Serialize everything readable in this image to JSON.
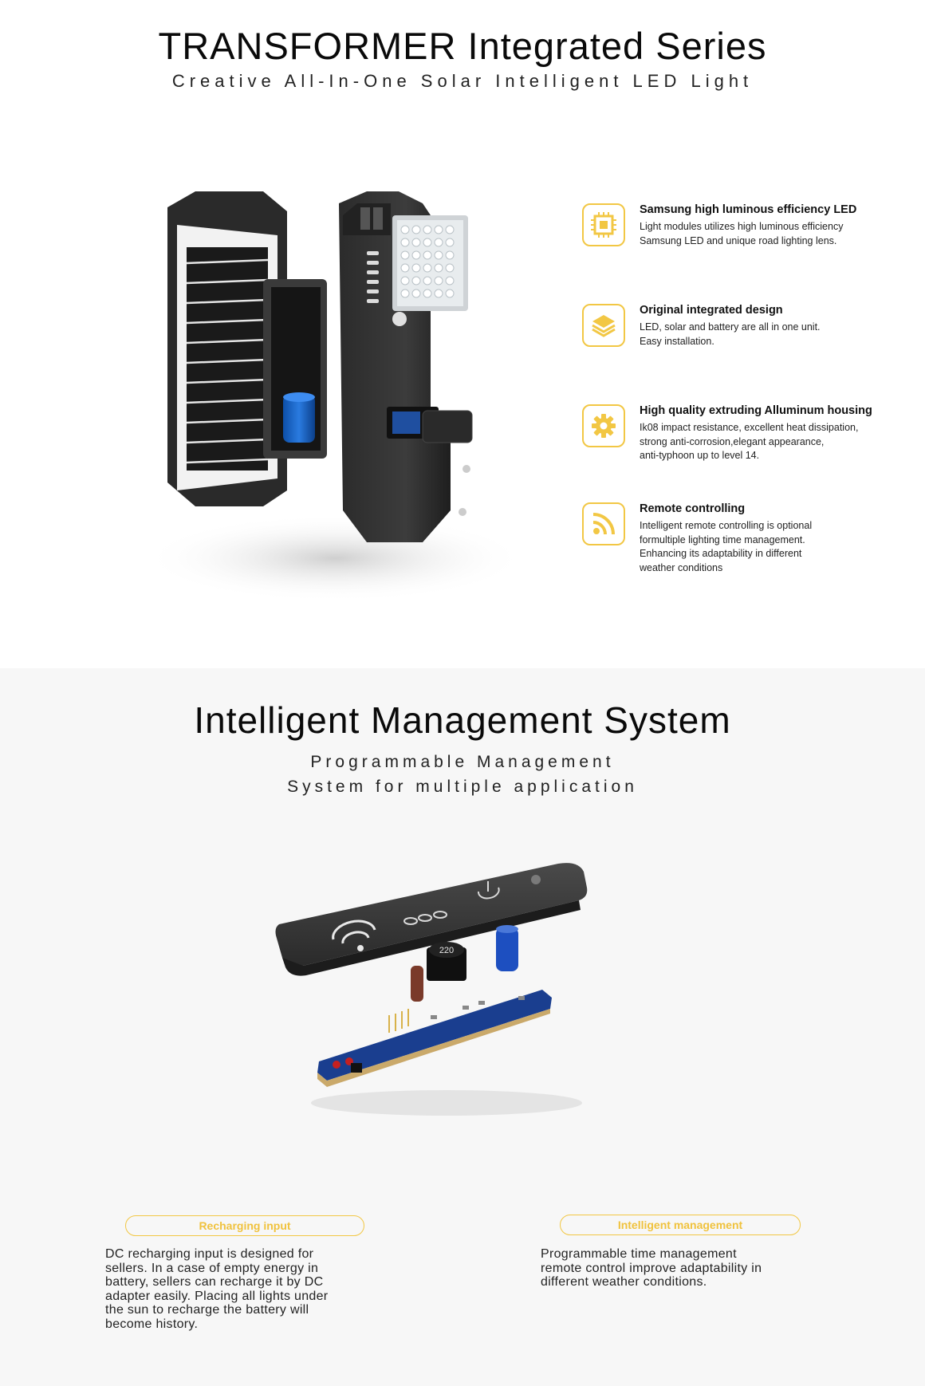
{
  "header": {
    "title": "TRANSFORMER Integrated Series",
    "subtitle": "Creative All-In-One Solar Intelligent LED Light"
  },
  "features": [
    {
      "icon": "chip-icon",
      "title": "Samsung high luminous efficiency LED",
      "lines": [
        "Light modules utilizes high luminous efficiency",
        "Samsung LED and unique road lighting lens."
      ]
    },
    {
      "icon": "layers-icon",
      "title": "Original integrated design",
      "lines": [
        "LED, solar and battery are all in one unit.",
        "Easy installation."
      ]
    },
    {
      "icon": "gear-icon",
      "title": "High quality extruding Alluminum housing",
      "lines": [
        "Ik08 impact resistance, excellent heat dissipation,",
        "strong anti-corrosion,elegant appearance,",
        "anti-typhoon up to level 14."
      ]
    },
    {
      "icon": "rss-icon",
      "title": "Remote controlling",
      "lines": [
        "Intelligent remote controlling is optional",
        "formultiple lighting time management.",
        "Enhancing its adaptability in different",
        "weather conditions"
      ]
    }
  ],
  "pcb": {
    "inductor_label": "220"
  },
  "system": {
    "title": "Intelligent Management System",
    "subtitle_lines": [
      "Programmable Management",
      "System for multiple application"
    ]
  },
  "bottom": [
    {
      "label": "Recharging input",
      "lines": [
        "DC recharging input is designed for",
        "sellers. In a case of empty energy in",
        "battery, sellers can recharge it by DC",
        "adapter easily. Placing all lights under",
        "the sun to recharge the battery will",
        "become history."
      ]
    },
    {
      "label": "Intelligent management",
      "lines": [
        "Programmable time management",
        "remote control improve adaptability in",
        "different weather conditions."
      ]
    }
  ],
  "colors": {
    "accent": "#f2c744",
    "accent_text": "#f0c23d",
    "bg_lower": "#f7f7f7"
  }
}
